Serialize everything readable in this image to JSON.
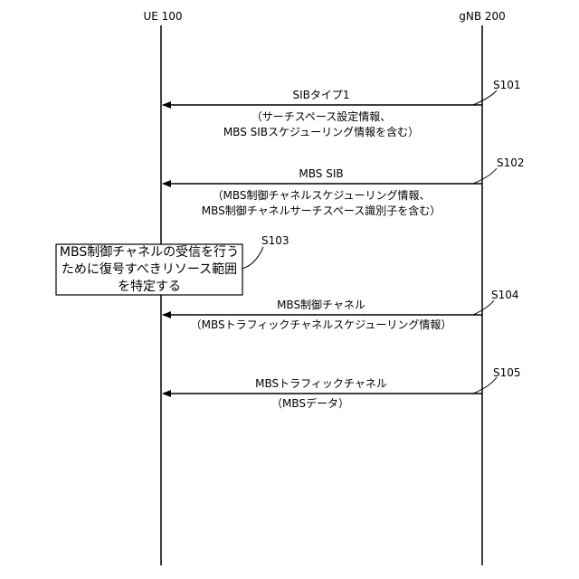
{
  "entities": {
    "ue": "UE 100",
    "gnb": "gNB 200"
  },
  "messages": [
    {
      "step": "S101",
      "label": "SIBタイプ1",
      "detail1": "（サーチスペース設定情報、",
      "detail2": "MBS SIBスケジューリング情報を含む）"
    },
    {
      "step": "S102",
      "label": "MBS SIB",
      "detail1": "（MBS制御チャネルスケジューリング情報、",
      "detail2": "MBS制御チャネルサーチスペース識別子を含む）"
    },
    {
      "step": "S104",
      "label": "MBS制御チャネル",
      "detail1": "（MBSトラフィックチャネルスケジューリング情報）",
      "detail2": ""
    },
    {
      "step": "S105",
      "label": "MBSトラフィックチャネル",
      "detail1": "（MBSデータ）",
      "detail2": ""
    }
  ],
  "process": {
    "step": "S103",
    "text": "MBS制御チャネルの受信を行うために復号すべきリソース範囲を特定する"
  }
}
